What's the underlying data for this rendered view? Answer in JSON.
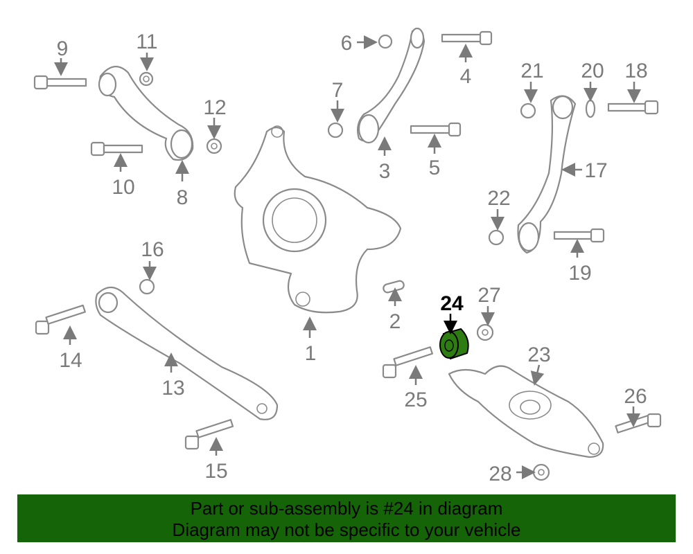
{
  "callouts": {
    "c1": "1",
    "c2": "2",
    "c3": "3",
    "c4": "4",
    "c5": "5",
    "c6": "6",
    "c7": "7",
    "c8": "8",
    "c9": "9",
    "c10": "10",
    "c11": "11",
    "c12": "12",
    "c13": "13",
    "c14": "14",
    "c15": "15",
    "c16": "16",
    "c17": "17",
    "c18": "18",
    "c19": "19",
    "c20": "20",
    "c21": "21",
    "c22": "22",
    "c23": "23",
    "c24": "24",
    "c25": "25",
    "c26": "26",
    "c27": "27",
    "c28": "28"
  },
  "highlight": {
    "part": "24",
    "color": "#2e7d12"
  },
  "banner": {
    "line1": "Part or sub-assembly is #24 in diagram",
    "line2": "Diagram may not be specific to your vehicle",
    "color": "#156508"
  }
}
